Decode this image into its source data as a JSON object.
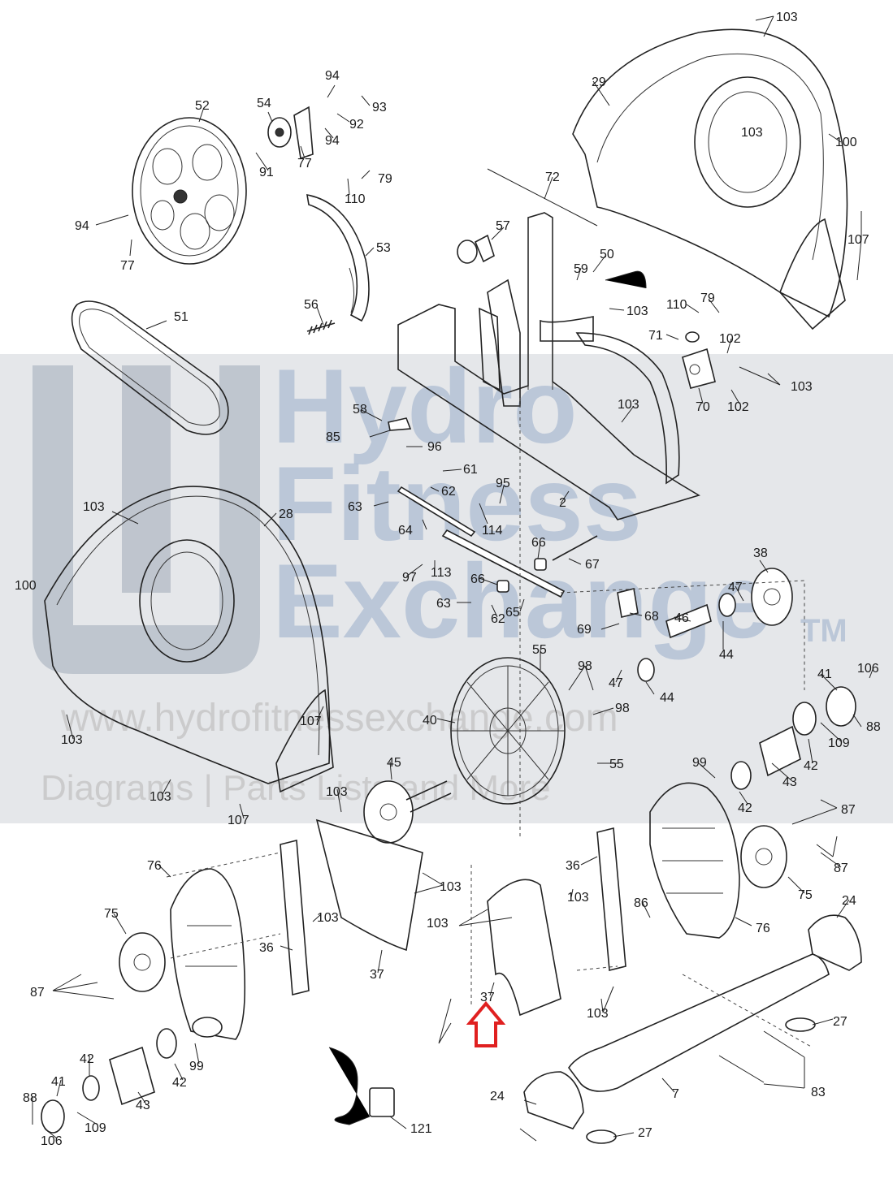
{
  "watermark": {
    "line1": "Hydro",
    "line2": "Fitness",
    "line3": "Exchange",
    "trademark": "TM",
    "website": "www.hydrofitnessexchange.com",
    "tagline": "Diagrams | Parts Lists and More"
  },
  "callouts": [
    {
      "id": "c1",
      "text": "103"
    },
    {
      "id": "c2",
      "text": "29"
    },
    {
      "id": "c3",
      "text": "103"
    },
    {
      "id": "c4",
      "text": "100"
    },
    {
      "id": "c5",
      "text": "107"
    },
    {
      "id": "c6",
      "text": "94"
    },
    {
      "id": "c7",
      "text": "93"
    },
    {
      "id": "c8",
      "text": "52"
    },
    {
      "id": "c9",
      "text": "54"
    },
    {
      "id": "c10",
      "text": "92"
    },
    {
      "id": "c11",
      "text": "94"
    },
    {
      "id": "c12",
      "text": "91"
    },
    {
      "id": "c13",
      "text": "77"
    },
    {
      "id": "c14",
      "text": "79"
    },
    {
      "id": "c15",
      "text": "110"
    },
    {
      "id": "c16",
      "text": "94"
    },
    {
      "id": "c17",
      "text": "77"
    },
    {
      "id": "c18",
      "text": "53"
    },
    {
      "id": "c19",
      "text": "72"
    },
    {
      "id": "c20",
      "text": "57"
    },
    {
      "id": "c21",
      "text": "50"
    },
    {
      "id": "c22",
      "text": "59"
    },
    {
      "id": "c23",
      "text": "103"
    },
    {
      "id": "c24",
      "text": "56"
    },
    {
      "id": "c25",
      "text": "51"
    },
    {
      "id": "c26",
      "text": "110"
    },
    {
      "id": "c27",
      "text": "79"
    },
    {
      "id": "c28",
      "text": "71"
    },
    {
      "id": "c29",
      "text": "102"
    },
    {
      "id": "c30",
      "text": "103"
    },
    {
      "id": "c31",
      "text": "70"
    },
    {
      "id": "c32",
      "text": "102"
    },
    {
      "id": "c33",
      "text": "103"
    },
    {
      "id": "c34",
      "text": "58"
    },
    {
      "id": "c35",
      "text": "85"
    },
    {
      "id": "c36",
      "text": "96"
    },
    {
      "id": "c37",
      "text": "61"
    },
    {
      "id": "c38",
      "text": "62"
    },
    {
      "id": "c39",
      "text": "95"
    },
    {
      "id": "c40",
      "text": "63"
    },
    {
      "id": "c41",
      "text": "2"
    },
    {
      "id": "c42",
      "text": "114"
    },
    {
      "id": "c43",
      "text": "64"
    },
    {
      "id": "c44",
      "text": "103"
    },
    {
      "id": "c45",
      "text": "28"
    },
    {
      "id": "c46",
      "text": "66"
    },
    {
      "id": "c47",
      "text": "67"
    },
    {
      "id": "c48",
      "text": "97"
    },
    {
      "id": "c49",
      "text": "113"
    },
    {
      "id": "c50",
      "text": "66"
    },
    {
      "id": "c51",
      "text": "38"
    },
    {
      "id": "c52",
      "text": "100"
    },
    {
      "id": "c53",
      "text": "63"
    },
    {
      "id": "c54",
      "text": "62"
    },
    {
      "id": "c55",
      "text": "65"
    },
    {
      "id": "c56",
      "text": "47"
    },
    {
      "id": "c57",
      "text": "68"
    },
    {
      "id": "c58",
      "text": "69"
    },
    {
      "id": "c59",
      "text": "46"
    },
    {
      "id": "c60",
      "text": "44"
    },
    {
      "id": "c61",
      "text": "55"
    },
    {
      "id": "c62",
      "text": "98"
    },
    {
      "id": "c63",
      "text": "47"
    },
    {
      "id": "c64",
      "text": "44"
    },
    {
      "id": "c65",
      "text": "41"
    },
    {
      "id": "c66",
      "text": "106"
    },
    {
      "id": "c67",
      "text": "40"
    },
    {
      "id": "c68",
      "text": "98"
    },
    {
      "id": "c69",
      "text": "107"
    },
    {
      "id": "c70",
      "text": "103"
    },
    {
      "id": "c71",
      "text": "88"
    },
    {
      "id": "c72",
      "text": "109"
    },
    {
      "id": "c73",
      "text": "42"
    },
    {
      "id": "c74",
      "text": "45"
    },
    {
      "id": "c75",
      "text": "55"
    },
    {
      "id": "c76",
      "text": "99"
    },
    {
      "id": "c77",
      "text": "43"
    },
    {
      "id": "c78",
      "text": "103"
    },
    {
      "id": "c79",
      "text": "103"
    },
    {
      "id": "c80",
      "text": "42"
    },
    {
      "id": "c81",
      "text": "107"
    },
    {
      "id": "c82",
      "text": "87"
    },
    {
      "id": "c83",
      "text": "76"
    },
    {
      "id": "c84",
      "text": "36"
    },
    {
      "id": "c85",
      "text": "87"
    },
    {
      "id": "c86",
      "text": "103"
    },
    {
      "id": "c87",
      "text": "75"
    },
    {
      "id": "c88",
      "text": "75"
    },
    {
      "id": "c89",
      "text": "103"
    },
    {
      "id": "c90",
      "text": "24"
    },
    {
      "id": "c91",
      "text": "103"
    },
    {
      "id": "c92",
      "text": "86"
    },
    {
      "id": "c93",
      "text": "76"
    },
    {
      "id": "c94",
      "text": "36"
    },
    {
      "id": "c95",
      "text": "87"
    },
    {
      "id": "c96",
      "text": "37"
    },
    {
      "id": "c97",
      "text": "37"
    },
    {
      "id": "c98",
      "text": "103"
    },
    {
      "id": "c99",
      "text": "27"
    },
    {
      "id": "c100",
      "text": "103"
    },
    {
      "id": "c101",
      "text": "42"
    },
    {
      "id": "c102",
      "text": "99"
    },
    {
      "id": "c103",
      "text": "83"
    },
    {
      "id": "c104",
      "text": "7"
    },
    {
      "id": "c105",
      "text": "41"
    },
    {
      "id": "c106",
      "text": "43"
    },
    {
      "id": "c107",
      "text": "88"
    },
    {
      "id": "c108",
      "text": "42"
    },
    {
      "id": "c109",
      "text": "109"
    },
    {
      "id": "c110",
      "text": "24"
    },
    {
      "id": "c111",
      "text": "121"
    },
    {
      "id": "c112",
      "text": "106"
    },
    {
      "id": "c113",
      "text": "27"
    }
  ],
  "highlight": {
    "color": "#e02020",
    "target_part": "37"
  }
}
